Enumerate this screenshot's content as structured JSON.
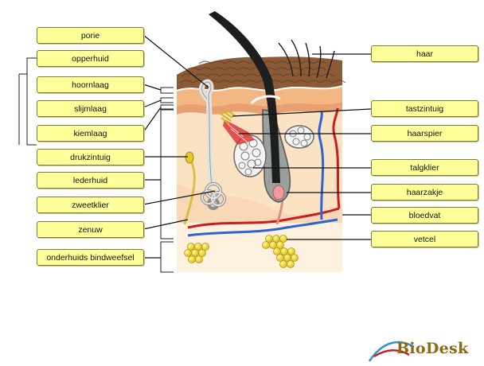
{
  "labels_left": [
    {
      "key": "porie",
      "text": "porie"
    },
    {
      "key": "opperhuid",
      "text": "opperhuid"
    },
    {
      "key": "hoornlaag",
      "text": "hoornlaag"
    },
    {
      "key": "slijmlaag",
      "text": "slijmlaag"
    },
    {
      "key": "kiemlaag",
      "text": "kiemlaag"
    },
    {
      "key": "drukzintuig",
      "text": "drukzintuig"
    },
    {
      "key": "lederhuid",
      "text": "lederhuid"
    },
    {
      "key": "zweetklier",
      "text": "zweetklier"
    },
    {
      "key": "zenuw",
      "text": "zenuw"
    },
    {
      "key": "onderhuids",
      "text": "onderhuids bindweefsel"
    }
  ],
  "labels_right": [
    {
      "key": "haar",
      "text": "haar"
    },
    {
      "key": "tastzintuig",
      "text": "tastzintuig"
    },
    {
      "key": "haarspier",
      "text": "haarspier"
    },
    {
      "key": "talgklier",
      "text": "talgklier"
    },
    {
      "key": "haarzakje",
      "text": "haarzakje"
    },
    {
      "key": "bloedvat",
      "text": "bloedvat"
    },
    {
      "key": "vetcel",
      "text": "vetcel"
    }
  ],
  "logo": {
    "text": "BioDesk"
  },
  "colors": {
    "label_fill": "#ffff99",
    "skin_top": "#8b5a36",
    "epidermis": "#f3b784",
    "dermis": "#fbe2c2",
    "hypodermis": "#fff1e0",
    "blood_red": "#c81e1e",
    "blood_blue": "#2e64d2",
    "fat": "#e8d22c",
    "hair": "#1e1e1e"
  }
}
